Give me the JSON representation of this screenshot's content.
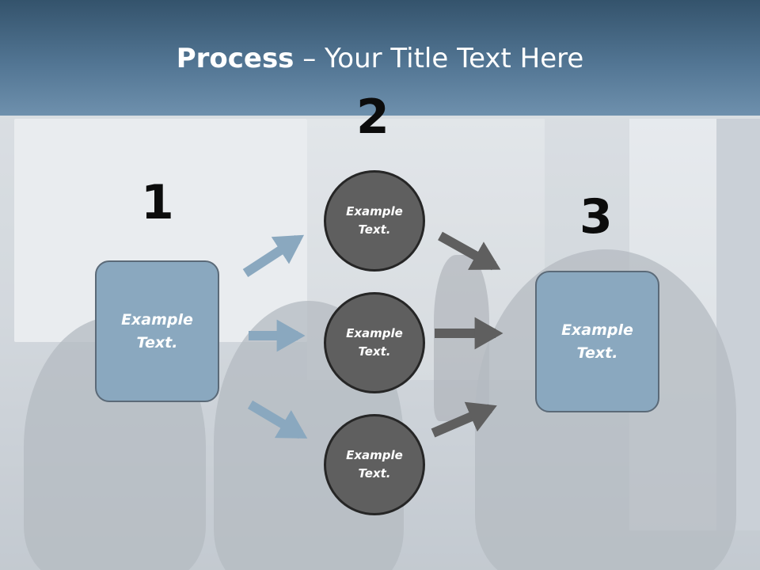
{
  "slide": {
    "title_bold": "Process",
    "title_rest": " – Your Title Text Here"
  },
  "steps": {
    "one": "1",
    "two": "2",
    "three": "3"
  },
  "boxes": {
    "left": "Example\nText.",
    "right": "Example\nText."
  },
  "circles": {
    "top": "Example\nText.",
    "middle": "Example\nText.",
    "bottom": "Example\nText."
  },
  "colors": {
    "header": "#527593",
    "box_fill": "#8aa8bf",
    "circle_fill": "#5f5f5f",
    "arrow_blue": "#8aa8bf",
    "arrow_gray": "#5f5f5f"
  }
}
